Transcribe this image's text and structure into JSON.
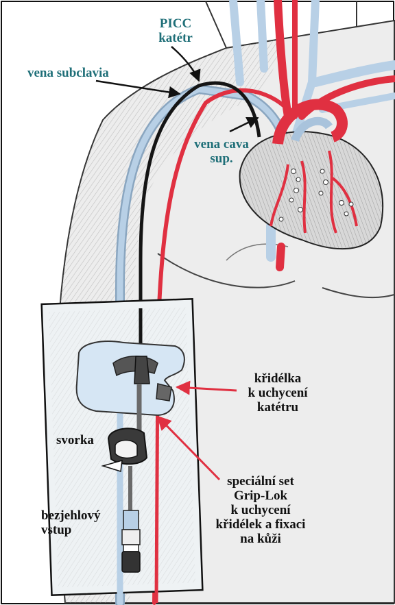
{
  "colors": {
    "label_teal": "#1f6f78",
    "label_black": "#111111",
    "artery_red": "#e03041",
    "vein_blue": "#a9c3dc",
    "catheter": "#1a1a1a",
    "skin": "#eeeeee",
    "dressing": "#d6e6f4"
  },
  "labels": {
    "picc": [
      "PICC",
      "katétr"
    ],
    "vena_subclavia": [
      "vena subclavia"
    ],
    "vena_cava": [
      "vena cava",
      "sup."
    ],
    "kridelka": [
      "křidélka",
      "k uchycení",
      "katétru"
    ],
    "svorka": [
      "svorka"
    ],
    "set": [
      "speciální set",
      "Grip-Lok",
      "k uchycení",
      "křidélek a fixaci",
      "na kůži"
    ],
    "bezjehlovy": [
      "bezjehlový",
      "vstup"
    ]
  },
  "icons": {
    "heart": "heart-illustration",
    "arm": "upper-arm-illustration",
    "clamp": "clamp-icon",
    "connector": "needleless-connector-icon"
  }
}
